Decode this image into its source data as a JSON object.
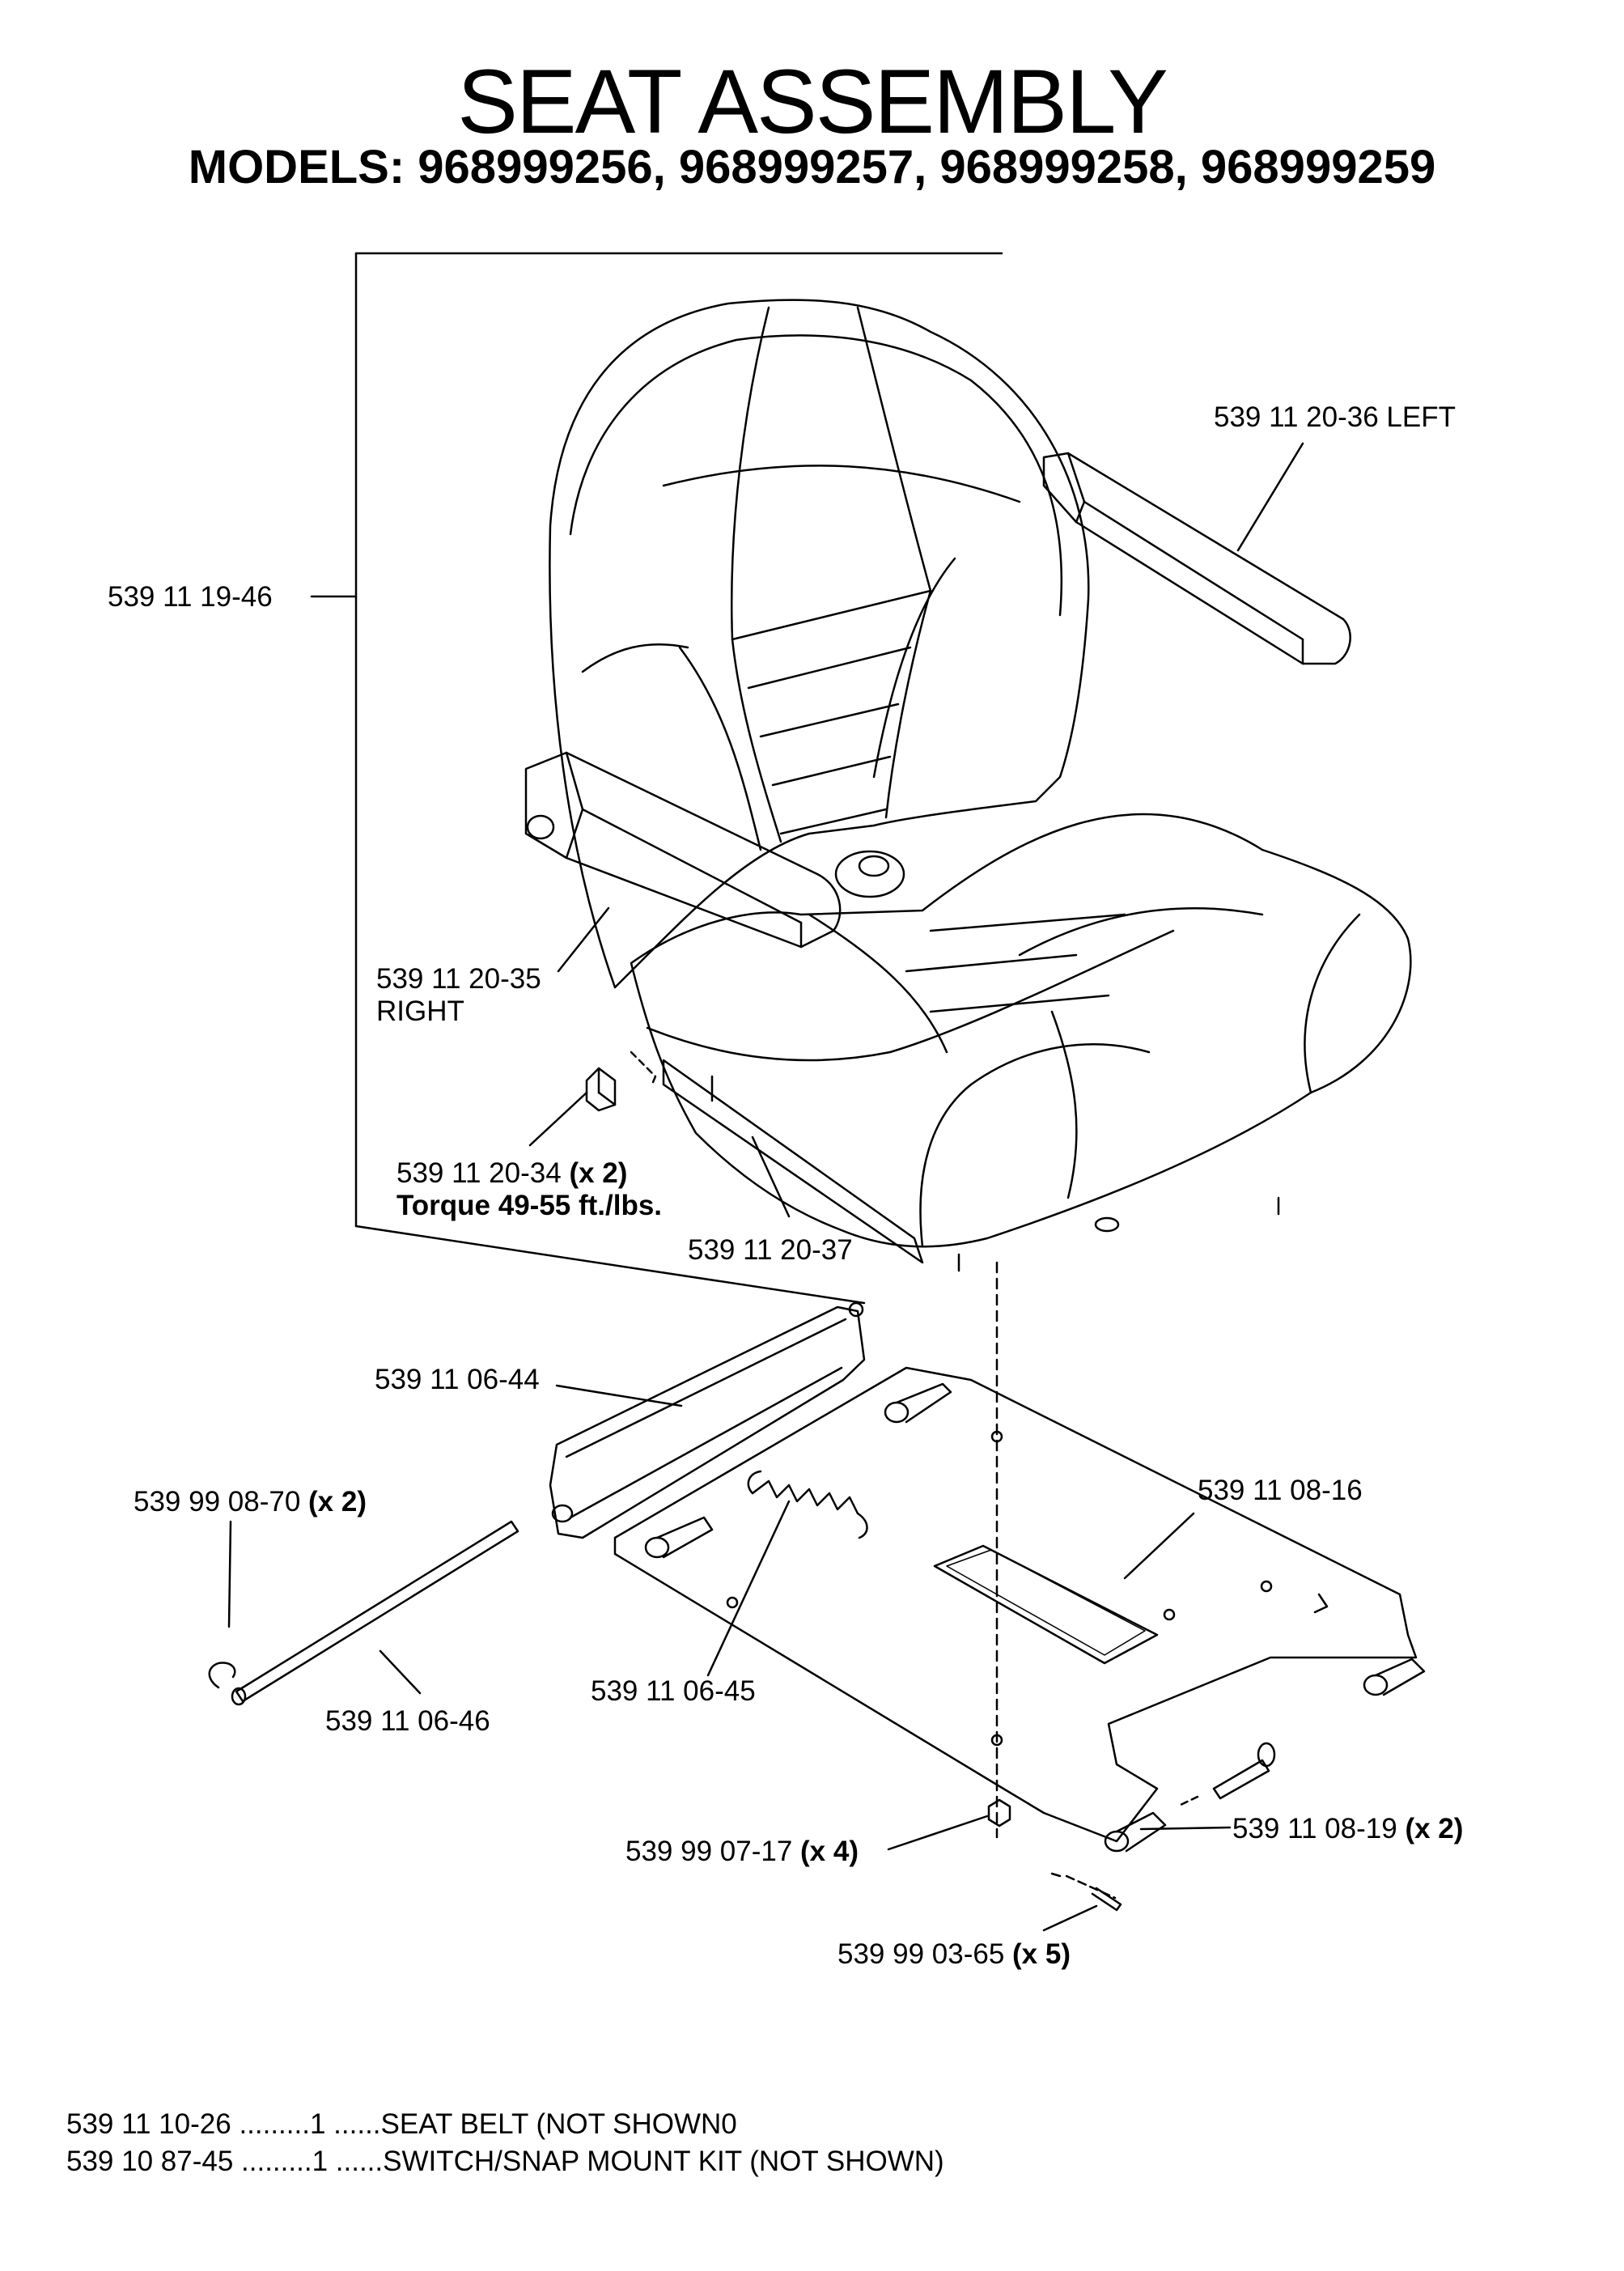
{
  "title": "SEAT ASSEMBLY",
  "subtitle": "MODELS: 968999256, 968999257, 968999258, 968999259",
  "callouts": {
    "armrest_left": "539 11 20-36 LEFT",
    "seat_assembly": "539 11 19-46",
    "armrest_right_part": "539 11 20-35",
    "armrest_right_side": "RIGHT",
    "knob_part": "539 11 20-34",
    "knob_qty": "(x 2)",
    "knob_torque": "Torque 49-55 ft./lbs.",
    "seat_rail": "539 11 20-37",
    "bracket": "539 11 06-44",
    "clip_part": "539 99 08-70",
    "clip_qty": "(x 2)",
    "plate": "539 11 08-16",
    "rod": "539 11 06-46",
    "spring": "539 11 06-45",
    "nut_part": "539 99 07-17",
    "nut_qty": "(x 4)",
    "pin_part": "539 11 08-19",
    "pin_qty": "(x 2)",
    "cotter_part": "539 99 03-65",
    "cotter_qty": "(x 5)"
  },
  "parts_list": [
    {
      "part": "539 11 10-26",
      "dots1": ".........",
      "qty": "1",
      "dots2": "......",
      "desc": "SEAT BELT (NOT SHOWN0"
    },
    {
      "part": "539 10 87-45",
      "dots1": ".........",
      "qty": "1",
      "dots2": "......",
      "desc": "SWITCH/SNAP MOUNT KIT (NOT SHOWN)"
    }
  ]
}
